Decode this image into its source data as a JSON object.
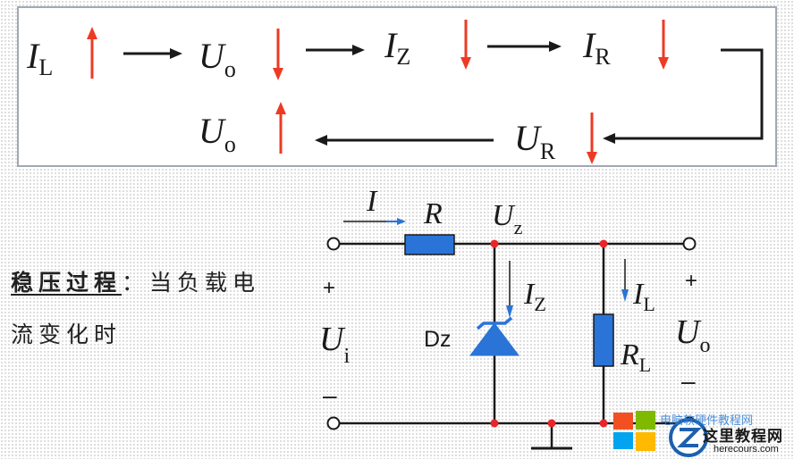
{
  "flow": {
    "top_row": [
      {
        "symbol": "I",
        "subscript": "L",
        "trend": "up"
      },
      {
        "symbol": "U",
        "subscript": "o",
        "trend": "down"
      },
      {
        "symbol": "I",
        "subscript": "Z",
        "trend": "down"
      },
      {
        "symbol": "I",
        "subscript": "R",
        "trend": "down"
      }
    ],
    "bottom_row": [
      {
        "symbol": "U",
        "subscript": "o",
        "trend": "up"
      },
      {
        "symbol": "U",
        "subscript": "R",
        "trend": "down"
      }
    ]
  },
  "circuit": {
    "input_current": {
      "symbol": "I"
    },
    "series_resistor": {
      "symbol": "R"
    },
    "zener_voltage": {
      "symbol": "U",
      "subscript": "z"
    },
    "zener_current": {
      "symbol": "I",
      "subscript": "Z"
    },
    "zener_label": "Dz",
    "load_current": {
      "symbol": "I",
      "subscript": "L"
    },
    "load_resistor": {
      "symbol": "R",
      "subscript": "L"
    },
    "input_voltage": {
      "symbol": "U",
      "subscript": "i"
    },
    "output_voltage": {
      "symbol": "U",
      "subscript": "o"
    },
    "input_plus": "+",
    "input_minus": "–",
    "output_plus": "+",
    "output_minus": "–"
  },
  "text": {
    "heading": "稳压过程",
    "colon": "：",
    "line1_rest": "当负载电",
    "line2": "流变化时"
  },
  "logo": {
    "title": "这里教程网",
    "url": "herecours.com",
    "watermark": "电脑软硬件教程网"
  },
  "colors": {
    "arrow_red": "#ee3a24",
    "component_blue": "#2a74d8",
    "node_red": "#e8262a",
    "wire": "#1a1a1a",
    "box_border": "#a0a8b4"
  }
}
